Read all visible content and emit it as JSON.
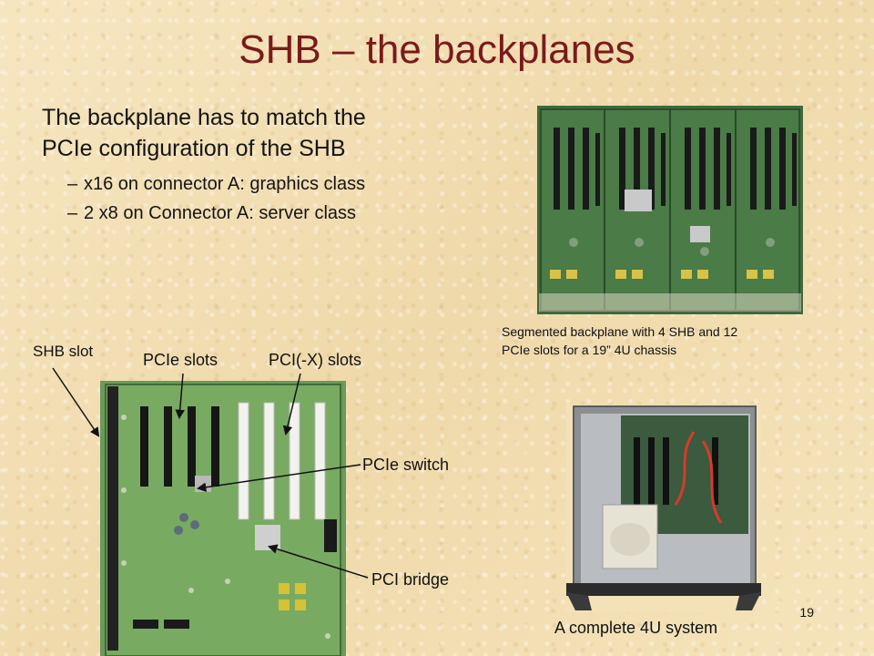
{
  "slide": {
    "title": "SHB – the backplanes",
    "bullet_main": [
      "The backplane has to match the",
      "PCIe configuration of the SHB"
    ],
    "sub_bullets": [
      {
        "dash": "–",
        "text": "x16 on connector A: graphics class"
      },
      {
        "dash": "–",
        "text": "2 x8 on Connector A: server class"
      }
    ],
    "labels": {
      "shb_slot": "SHB slot",
      "pcie_slots": "PCIe slots",
      "pci_x_slots": "PCI(-X) slots",
      "pcie_switch": "PCIe switch",
      "pci_bridge": "PCI bridge"
    },
    "caption_segmented": [
      "Segmented backplane with 4 SHB and 12",
      "PCIe slots for a 19” 4U chassis"
    ],
    "caption_system": "A complete 4U system",
    "page_number": "19"
  }
}
